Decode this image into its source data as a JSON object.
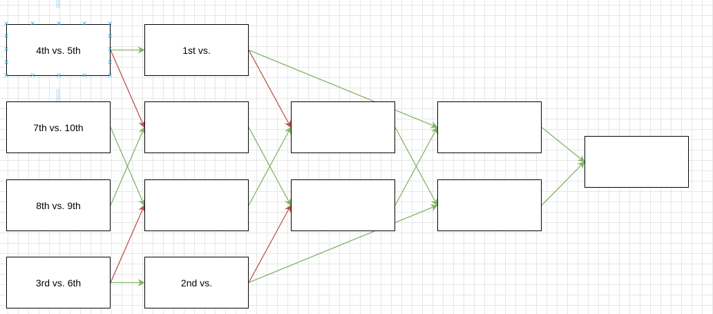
{
  "colors": {
    "win_edge": "#82b366",
    "loss_edge": "#b85450",
    "node_border": "#000000",
    "selection": "#29b6f2",
    "grid": "#e6e6e6"
  },
  "nodes": [
    {
      "id": "r1-4v5",
      "label": "4th vs. 5th",
      "selected": true
    },
    {
      "id": "r1-7v10",
      "label": "7th vs. 10th"
    },
    {
      "id": "r1-8v9",
      "label": "8th vs. 9th"
    },
    {
      "id": "r1-3v6",
      "label": "3rd vs. 6th"
    },
    {
      "id": "r2-1v",
      "label": "1st vs."
    },
    {
      "id": "r2-b",
      "label": ""
    },
    {
      "id": "r2-c",
      "label": ""
    },
    {
      "id": "r2-2v",
      "label": "2nd vs."
    },
    {
      "id": "r3-a",
      "label": ""
    },
    {
      "id": "r3-b",
      "label": ""
    },
    {
      "id": "r4-a",
      "label": ""
    },
    {
      "id": "r4-b",
      "label": ""
    },
    {
      "id": "final",
      "label": ""
    }
  ],
  "edges": [
    {
      "from": "r1-4v5",
      "to": "r2-1v",
      "kind": "win"
    },
    {
      "from": "r1-4v5",
      "to": "r2-b",
      "kind": "loss"
    },
    {
      "from": "r1-7v10",
      "to": "r2-c",
      "kind": "win"
    },
    {
      "from": "r1-8v9",
      "to": "r2-b",
      "kind": "win"
    },
    {
      "from": "r1-3v6",
      "to": "r2-2v",
      "kind": "win"
    },
    {
      "from": "r1-3v6",
      "to": "r2-c",
      "kind": "loss"
    },
    {
      "from": "r2-1v",
      "to": "r3-a",
      "kind": "loss"
    },
    {
      "from": "r2-1v",
      "to": "r4-a",
      "kind": "win"
    },
    {
      "from": "r2-b",
      "to": "r3-b",
      "kind": "win"
    },
    {
      "from": "r2-c",
      "to": "r3-a",
      "kind": "win"
    },
    {
      "from": "r2-2v",
      "to": "r3-b",
      "kind": "loss"
    },
    {
      "from": "r2-2v",
      "to": "r4-b",
      "kind": "win"
    },
    {
      "from": "r3-a",
      "to": "r4-b",
      "kind": "win"
    },
    {
      "from": "r3-b",
      "to": "r4-a",
      "kind": "win"
    },
    {
      "from": "r4-a",
      "to": "final",
      "kind": "win"
    },
    {
      "from": "r4-b",
      "to": "final",
      "kind": "win"
    }
  ]
}
